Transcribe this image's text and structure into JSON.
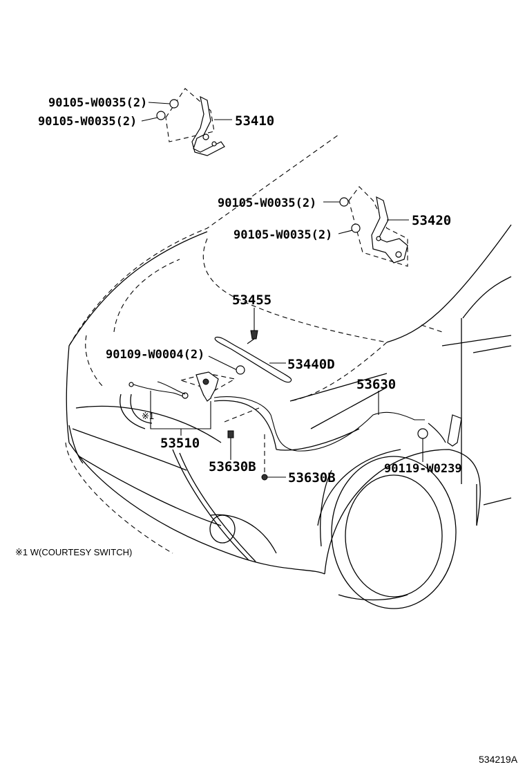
{
  "callouts": {
    "bolt_53410_a": "90105-W0035(2)",
    "bolt_53410_b": "90105-W0035(2)",
    "hinge_lh": "53410",
    "bolt_53420_a": "90105-W0035(2)",
    "bolt_53420_b": "90105-W0035(2)",
    "hinge_rh": "53420",
    "clip_53455": "53455",
    "bolt_90109": "90109-W0004(2)",
    "rod_53440d": "53440D",
    "cable_53630": "53630",
    "lock_53510": "53510",
    "clamp_53630b_a": "53630B",
    "clamp_53630b_b": "53630B",
    "screw_90119": "90119-W0239",
    "note_marker": "※1"
  },
  "footnote": "※1 W(COURTESY SWITCH)",
  "diagram_ref": "534219A"
}
